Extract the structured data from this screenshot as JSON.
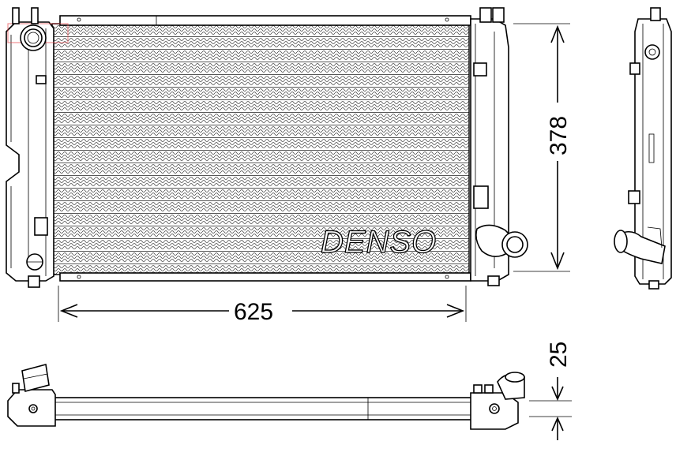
{
  "dimensions": {
    "width": "625",
    "height": "378",
    "thickness": "25"
  },
  "brand": "DENSO",
  "colors": {
    "line": "#000000",
    "background": "#ffffff",
    "accent_tag": "#e8474c"
  }
}
